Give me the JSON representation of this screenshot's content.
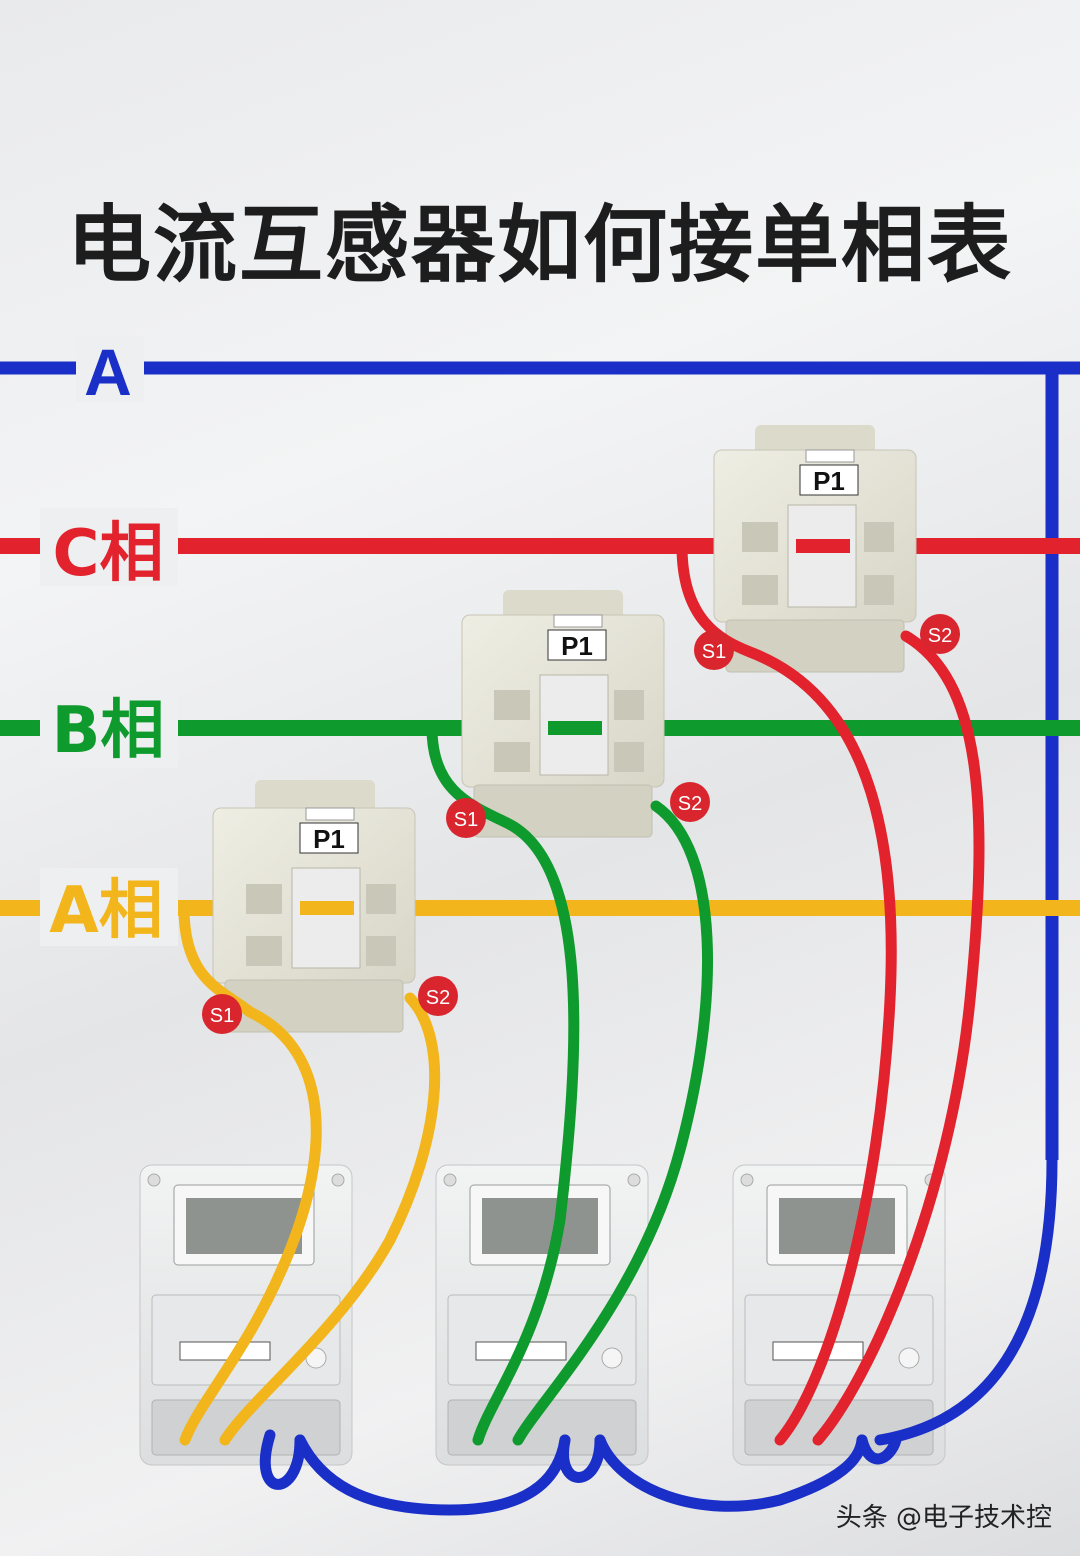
{
  "title": "电流互感器如何接单相表",
  "bus_labels": {
    "A": "A",
    "C": "C相",
    "B": "B相",
    "Aphase": "A相"
  },
  "ct_primary_label": "P1",
  "ct_terminals": {
    "s1": "S1",
    "s2": "S2"
  },
  "watermark": "头条 @电子技术控",
  "colors": {
    "neutral_bus": "#1a2fc8",
    "phase_c": "#e2232d",
    "phase_b": "#0f9a2e",
    "phase_a": "#f2b51c",
    "terminal_badge": "#d9262e"
  }
}
